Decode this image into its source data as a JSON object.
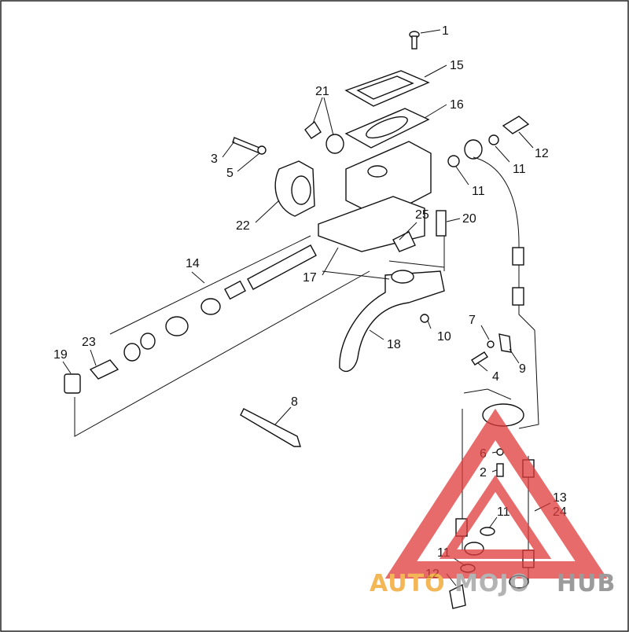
{
  "diagram": {
    "callouts": [
      "1",
      "15",
      "21",
      "16",
      "3",
      "5",
      "12",
      "11",
      "11",
      "22",
      "25",
      "20",
      "14",
      "17",
      "7",
      "10",
      "18",
      "19",
      "23",
      "4",
      "9",
      "8",
      "6",
      "2",
      "13",
      "24",
      "11",
      "11",
      "12"
    ]
  },
  "watermark": {
    "text_orange": "AUTO",
    "text_gray_mid": "MOJO",
    "text_gray": "HUB",
    "colors": {
      "triangle": "#e03a3a",
      "orange": "#f0a020",
      "gray": "#8a8a8a"
    }
  }
}
